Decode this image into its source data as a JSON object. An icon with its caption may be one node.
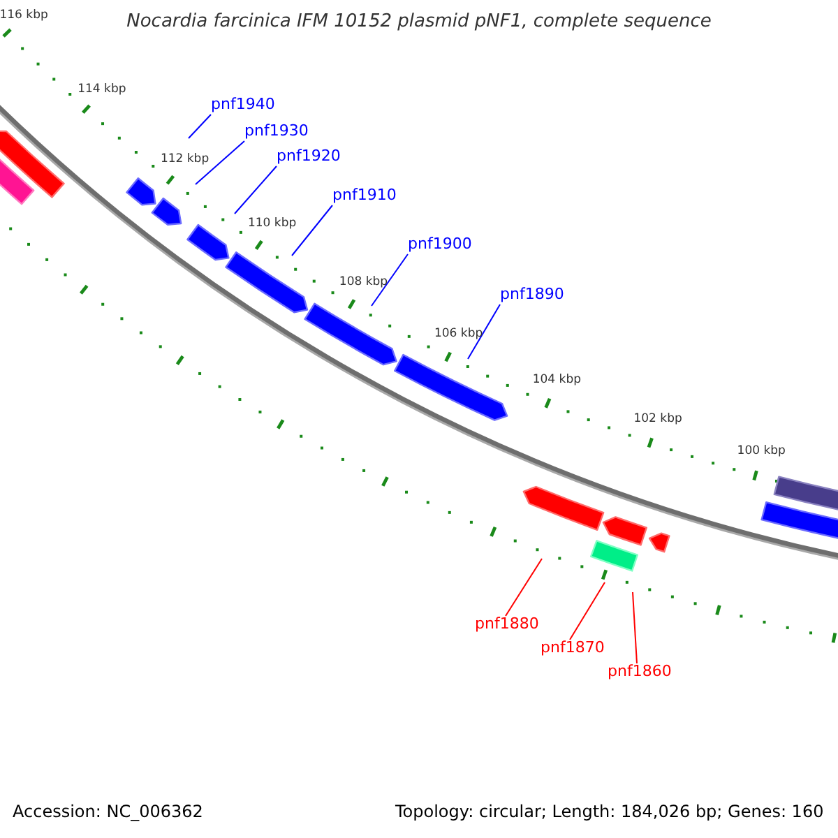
{
  "diagram": {
    "title": "Nocardia farcinica IFM 10152 plasmid pNF1, complete sequence",
    "nodes": [
      {
        "text": [
          "pnf1940"
        ]
      },
      {
        "text": [
          "pnf1930"
        ]
      },
      {
        "text": [
          "pnf1920"
        ]
      },
      {
        "text": [
          "pnf1910"
        ]
      },
      {
        "text": [
          "pnf1900"
        ]
      },
      {
        "text": [
          "pnf1890"
        ]
      },
      {
        "text": [
          "pnf1880"
        ]
      },
      {
        "text": [
          "pnf1870"
        ]
      },
      {
        "text": [
          "pnf1860"
        ]
      }
    ],
    "edges": [
      {
        "from": 0,
        "to": null,
        "arrow": "none"
      },
      {
        "from": 1,
        "to": null,
        "arrow": "none"
      },
      {
        "from": 2,
        "to": null,
        "arrow": "none"
      },
      {
        "from": 3,
        "to": null,
        "arrow": "none"
      },
      {
        "from": 4,
        "to": null,
        "arrow": "none"
      },
      {
        "from": 5,
        "to": null,
        "arrow": "none"
      },
      {
        "from": 6,
        "to": null,
        "arrow": "none",
        "color": "#ff0000"
      },
      {
        "from": 7,
        "to": null,
        "arrow": "none",
        "color": "#ff0000"
      },
      {
        "from": 8,
        "to": null,
        "arrow": "none",
        "color": "#ff0000"
      }
    ],
    "labels": [
      "116 kbp",
      "114 kbp",
      "112 kbp",
      "110 kbp",
      "108 kbp",
      "106 kbp",
      "104 kbp",
      "102 kbp",
      "100 kbp",
      "Accession: NC_006362",
      "Topology: circular; Length: 184,026 bp; Genes: 160"
    ]
  }
}
